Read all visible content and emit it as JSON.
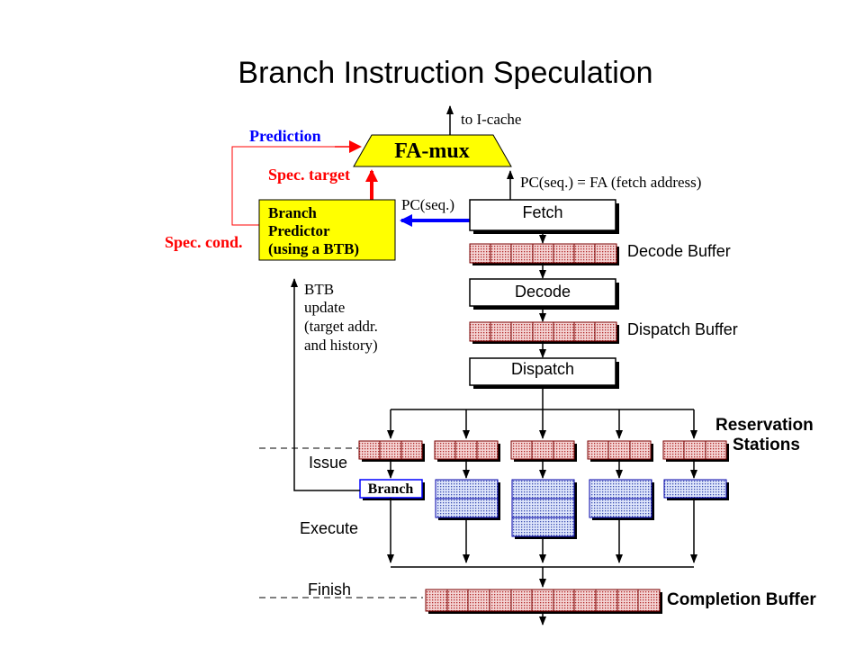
{
  "slide": {
    "title": "Branch Instruction Speculation"
  },
  "diagram": {
    "to_icache": "to I-cache",
    "prediction": "Prediction",
    "famux": "FA-mux",
    "spec_target": "Spec. target",
    "spec_cond": "Spec. cond.",
    "pc_fa": "PC(seq.) = FA (fetch address)",
    "pc_seq": "PC(seq.)",
    "predictor": [
      "Branch",
      "Predictor",
      "(using a BTB)"
    ],
    "btb_update": [
      "BTB",
      "update",
      "(target addr.",
      "and history)"
    ],
    "fetch": "Fetch",
    "decode_buffer": "Decode Buffer",
    "decode": "Decode",
    "dispatch_buffer": "Dispatch Buffer",
    "dispatch": "Dispatch",
    "reservation_stations": [
      "Reservation",
      "Stations"
    ],
    "issue": "Issue",
    "branch": "Branch",
    "execute": "Execute",
    "finish": "Finish",
    "completion_buffer": "Completion Buffer"
  },
  "colors": {
    "blue": "#0000ff",
    "red": "#ff0000",
    "yellow": "#ffff00",
    "buffer_fill": "#e7a4a4",
    "exec_fill": "#bcc8ef"
  }
}
